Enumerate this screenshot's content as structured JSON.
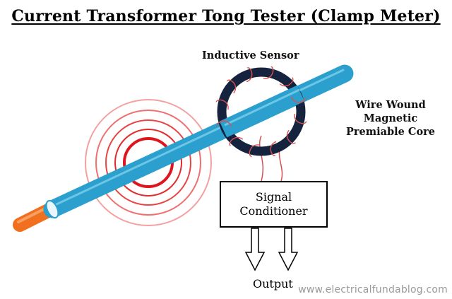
{
  "title": "Current Transformer Tong Tester (Clamp Meter)",
  "labels": {
    "inductive_sensor": "Inductive Sensor",
    "core_lines": [
      "Wire Wound",
      "Magnetic",
      "Premiable Core"
    ],
    "conditioner_lines": [
      "Signal",
      "Conditioner"
    ],
    "output": "Output"
  },
  "watermark": "www.electricalfundablog.com",
  "colors": {
    "wire": "#2b9fcd",
    "wire_highlight": "#7fd0ee",
    "conductor": "#f07020",
    "field_rings": "#e8202a",
    "core_ring": "#16233f",
    "coil": "#d85050"
  }
}
